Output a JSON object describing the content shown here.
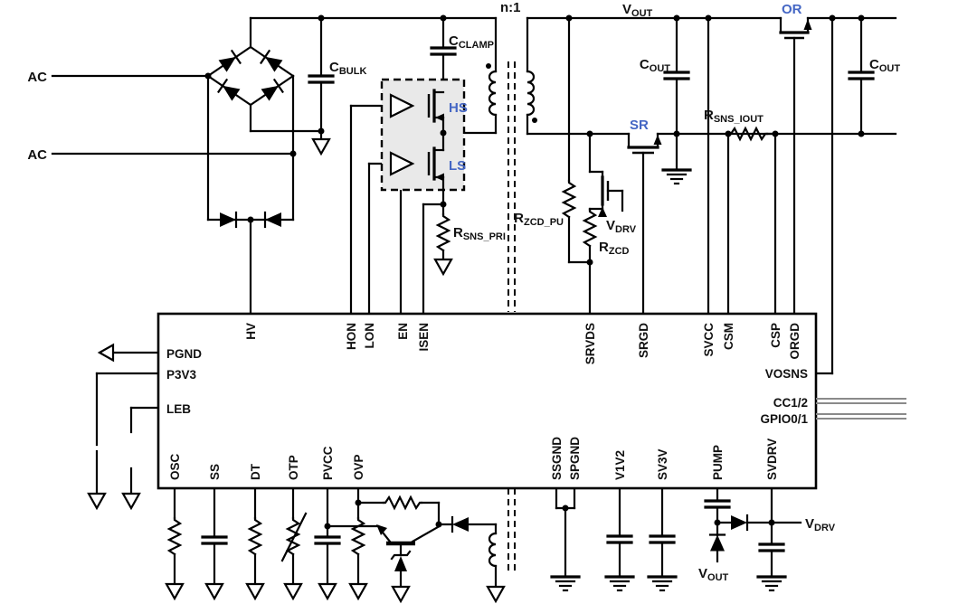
{
  "colors": {
    "wire": "#000000",
    "accent_blue": "#4466c4",
    "block_fill": "#e9e9e9",
    "bus_gray": "#8a8a8a",
    "background": "#ffffff"
  },
  "labels": {
    "ac_top": "AC",
    "ac_bottom": "AC",
    "turns_ratio": "n:1",
    "hs": "HS",
    "ls": "LS",
    "sr": "SR",
    "or": "OR",
    "c_bulk": {
      "m": "C",
      "s": "BULK"
    },
    "c_clamp": {
      "m": "C",
      "s": "CLAMP"
    },
    "c_out_left": {
      "m": "C",
      "s": "OUT"
    },
    "c_out_right": {
      "m": "C",
      "s": "OUT"
    },
    "v_out_rail": {
      "m": "V",
      "s": "OUT"
    },
    "r_sns_pri": {
      "m": "R",
      "s": "SNS_PRI"
    },
    "r_sns_iout": {
      "m": "R",
      "s": "SNS_IOUT"
    },
    "r_zcd_pu": {
      "m": "R",
      "s": "ZCD_PU"
    },
    "r_zcd": {
      "m": "R",
      "s": "ZCD"
    },
    "v_drv_sr": {
      "m": "V",
      "s": "DRV"
    },
    "v_drv_out": {
      "m": "V",
      "s": "DRV"
    },
    "v_out_pump": {
      "m": "V",
      "s": "OUT"
    }
  },
  "ic": {
    "top_pins": [
      "HV",
      "HON",
      "LON",
      "EN",
      "ISEN",
      "SRVDS",
      "SRGD",
      "SVCC",
      "CSM",
      "CSP",
      "ORGD"
    ],
    "left_pins": [
      "PGND",
      "P3V3",
      "LEB"
    ],
    "right_pins": [
      "VOSNS",
      "CC1/2",
      "GPIO0/1"
    ],
    "bottom_pins": [
      "OSC",
      "SS",
      "DT",
      "OTP",
      "PVCC",
      "OVP",
      "SSGND",
      "SPGND",
      "V1V2",
      "SV3V",
      "PUMP",
      "SVDRV"
    ]
  }
}
